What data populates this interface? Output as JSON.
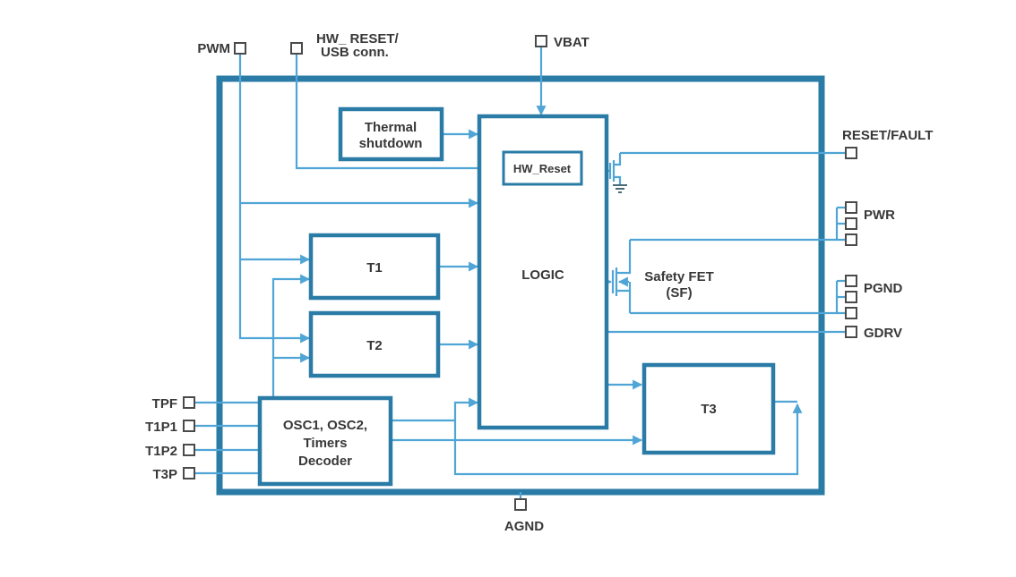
{
  "diagram_type": "functional-block-diagram",
  "colors": {
    "chip_border": "#2a7ba6",
    "block_border": "#2a7ba6",
    "wire": "#4fa5d5",
    "label_text": "#383838",
    "pin_border": "#4a4a4a",
    "background": "#ffffff"
  },
  "pins": {
    "pwm": "PWM",
    "hw_reset_usb_line1": "HW_ RESET/",
    "hw_reset_usb_line2": "USB conn.",
    "vbat": "VBAT",
    "reset_fault": "RESET/FAULT",
    "pwr": "PWR",
    "pgnd": "PGND",
    "gdrv": "GDRV",
    "tpf": "TPF",
    "t1p1": "T1P1",
    "t1p2": "T1P2",
    "t3p": "T3P",
    "agnd": "AGND"
  },
  "blocks": {
    "thermal_line1": "Thermal",
    "thermal_line2": "shutdown",
    "hw_reset": "HW_Reset",
    "logic": "LOGIC",
    "t1": "T1",
    "t2": "T2",
    "t3": "T3",
    "osc_line1": "OSC1, OSC2,",
    "osc_line2": "Timers",
    "osc_line3": "Decoder",
    "safety_fet_line1": "Safety FET",
    "safety_fet_line2": "(SF)"
  }
}
